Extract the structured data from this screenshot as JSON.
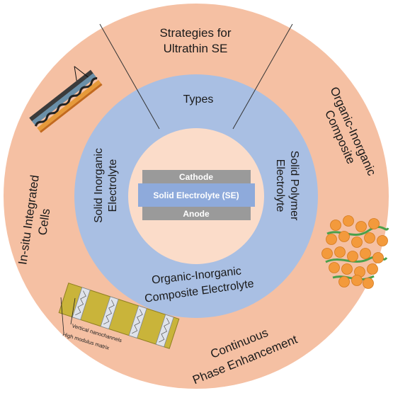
{
  "colors": {
    "outer_ring": "#f5c0a3",
    "middle_ring": "#a9bfe3",
    "inner_disk": "#fbdcc9",
    "electrode": "#9a9a9a",
    "electrolyte": "#8eaadb",
    "particle": "#f39a3c",
    "chain": "#4aa04a",
    "matrix": "#c9b43a"
  },
  "center": {
    "cathode": "Cathode",
    "electrolyte": "Solid Electrolyte (SE)",
    "anode": "Anode"
  },
  "types": {
    "title": "Types",
    "inorganic": [
      "Solid Inorganic",
      "Electrolyte"
    ],
    "polymer": [
      "Solid Polymer",
      "Electrolyte"
    ],
    "composite": [
      "Organic-Inorganic",
      "Composite Electrolyte"
    ]
  },
  "strategies": {
    "title": [
      "Strategies for",
      "Ultrathin SE"
    ],
    "organic_inorganic": [
      "Organic-Inorganic",
      "Composite"
    ],
    "in_situ": [
      "In-situ Integrated",
      "Cells"
    ],
    "continuous": [
      "Continuous",
      "Phase Enhancement"
    ]
  },
  "annotations": {
    "nanochannels": "Vertical nanochannels",
    "matrix": "High modulus matrix"
  },
  "icons": [
    "electrode-stack-icon",
    "composite-particles-icon",
    "nanochannel-membrane-icon"
  ]
}
